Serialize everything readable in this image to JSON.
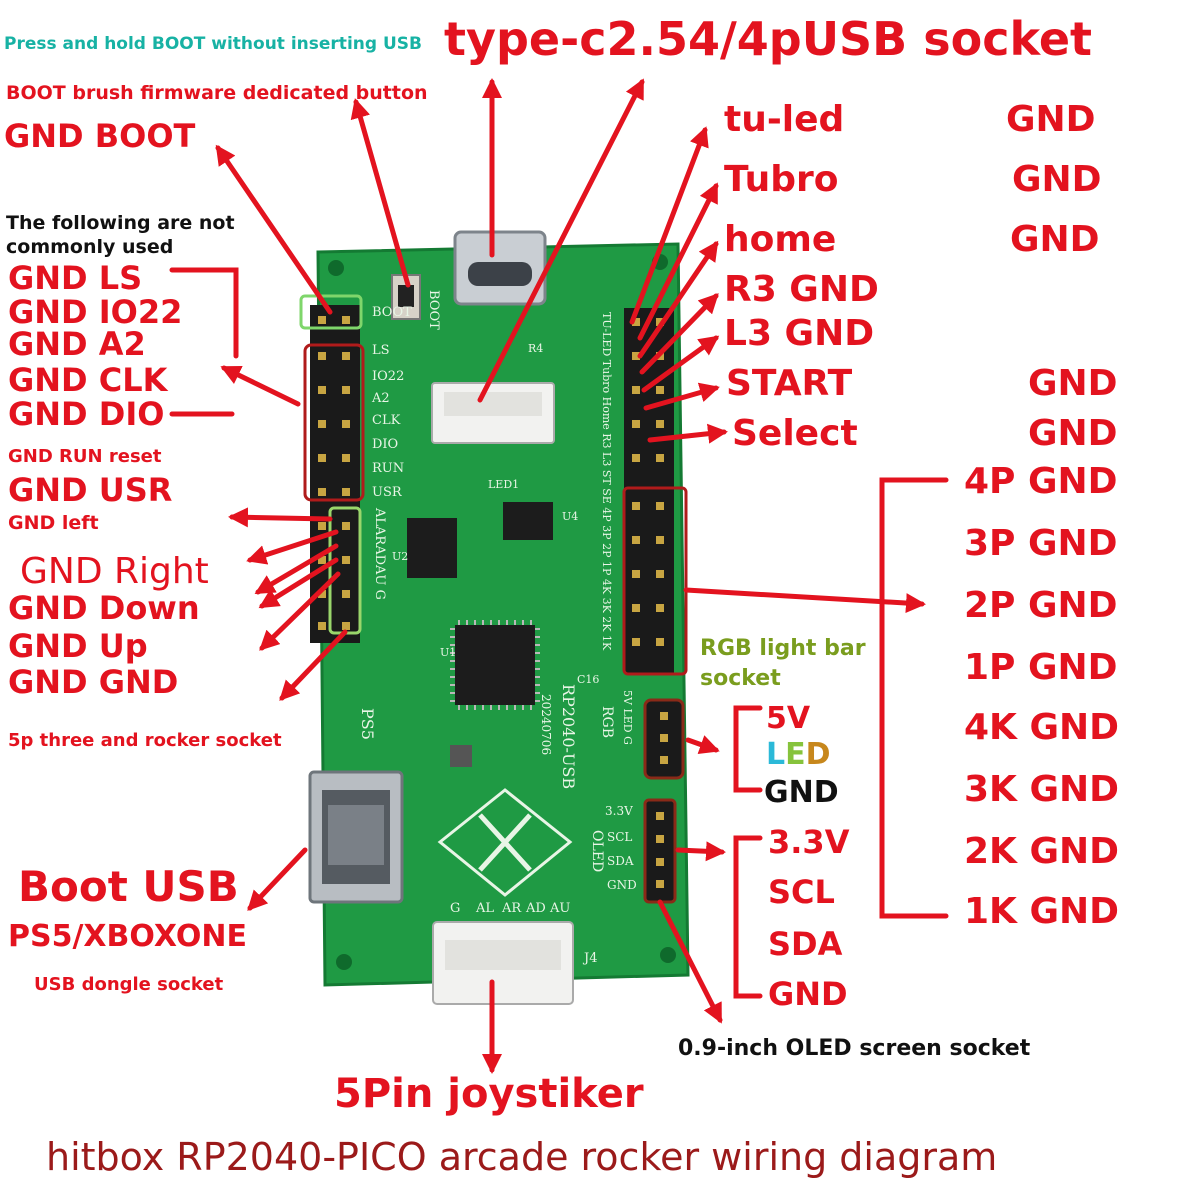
{
  "title": "hitbox RP2040-PICO arcade rocker wiring diagram",
  "colors": {
    "label": "#e3131f",
    "title": "#9b1a1a",
    "pcb": "#1f9a44",
    "note": "#17b2a4",
    "rgb_note": "#7a9d1e"
  },
  "top": {
    "boot_hint": "Press and hold BOOT without inserting USB",
    "boot_button": "BOOT brush firmware dedicated button",
    "gnd_boot": "GND BOOT",
    "usb_socket": "type-c2.54/4pUSB socket"
  },
  "left": {
    "uncommon_note_1": "The following are not",
    "uncommon_note_2": "commonly used",
    "pins": [
      "GND LS",
      "GND IO22",
      "GND A2",
      "GND CLK",
      "GND DIO"
    ],
    "run_reset": "GND RUN reset",
    "usr": "GND USR",
    "left": "GND left",
    "right": "GND Right",
    "down": "GND Down",
    "up": "GND Up",
    "gnd_gnd": "GND GND",
    "rocker_socket": "5p three and rocker socket",
    "boot_usb": "Boot USB",
    "ps5_xbox": "PS5/XBOXONE",
    "dongle": "USB dongle socket"
  },
  "right": {
    "func_buttons": [
      {
        "name": "tu-led",
        "gnd": "GND"
      },
      {
        "name": "Tubro",
        "gnd": "GND"
      },
      {
        "name": "home",
        "gnd": "GND"
      }
    ],
    "r3": "R3 GND",
    "l3": "L3 GND",
    "start": "START",
    "start_gnd": "GND",
    "select": "Select",
    "select_gnd": "GND",
    "action_buttons": [
      "4P GND",
      "3P GND",
      "2P GND",
      "1P GND",
      "4K GND",
      "3K GND",
      "2K GND",
      "1K GND"
    ],
    "rgb_note_1": "RGB light bar",
    "rgb_note_2": "socket",
    "rgb_pins": [
      "5V",
      "GND"
    ],
    "rgb_led": [
      "L",
      "E",
      "D"
    ],
    "oled_pins": [
      "3.3V",
      "SCL",
      "SDA",
      "GND"
    ],
    "oled_note": "0.9-inch OLED screen socket"
  },
  "bottom": {
    "joystick": "5Pin joystiker"
  },
  "pcb": {
    "left_silk": [
      "BOOT",
      "LS",
      "IO22",
      "A2",
      "CLK",
      "DIO",
      "RUN",
      "USR"
    ],
    "dpad_silk": "ALARADAU G",
    "ps5": "PS5",
    "boot_silk": "BOOT",
    "right_silk": "TU-LED Tubro Home R3 L3 ST SE 4P 3P 2P 1P 4K 3K 2K 1K",
    "rgb_silk": "RGB",
    "rgb_pins_silk": "5V LED G",
    "oled_silk": "OLED",
    "oled_pins_silk": [
      "3.3V",
      "SCL",
      "SDA",
      "GND"
    ],
    "model": "RP2040-USB",
    "date": "20240706",
    "joy_silk": [
      "G",
      "AL",
      "AR",
      "AD",
      "AU"
    ],
    "j4": "J4",
    "parts": [
      "U1",
      "U2",
      "U4",
      "R4",
      "C16",
      "LED1"
    ]
  }
}
